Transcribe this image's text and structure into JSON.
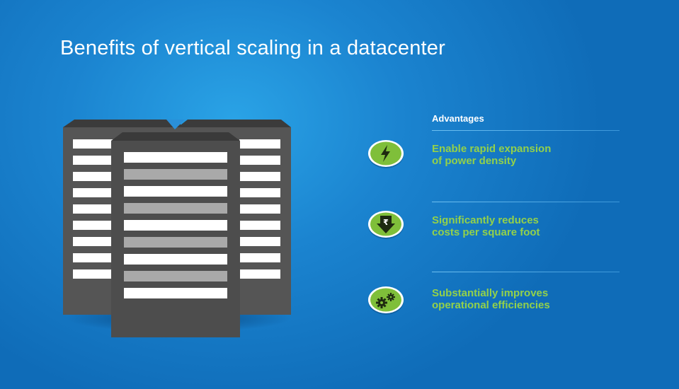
{
  "title": "Benefits of vertical scaling in a datacenter",
  "advantages": {
    "heading": "Advantages",
    "items": [
      {
        "line1": "Enable rapid expansion",
        "line2": "of power density",
        "icon": "lightning-bolt-icon"
      },
      {
        "line1": "Significantly reduces",
        "line2": "costs per square foot",
        "icon": "rupee-down-arrow-icon"
      },
      {
        "line1": "Substantially improves",
        "line2": "operational efficiencies",
        "icon": "gears-icon"
      }
    ]
  },
  "colors": {
    "background": "#1b84d0",
    "accent_green": "#93d14a",
    "icon_fill": "#7fbf3a",
    "building_dark": "#4a4a4a",
    "window_light": "#ffffff",
    "window_grey": "#a9a9a9"
  }
}
